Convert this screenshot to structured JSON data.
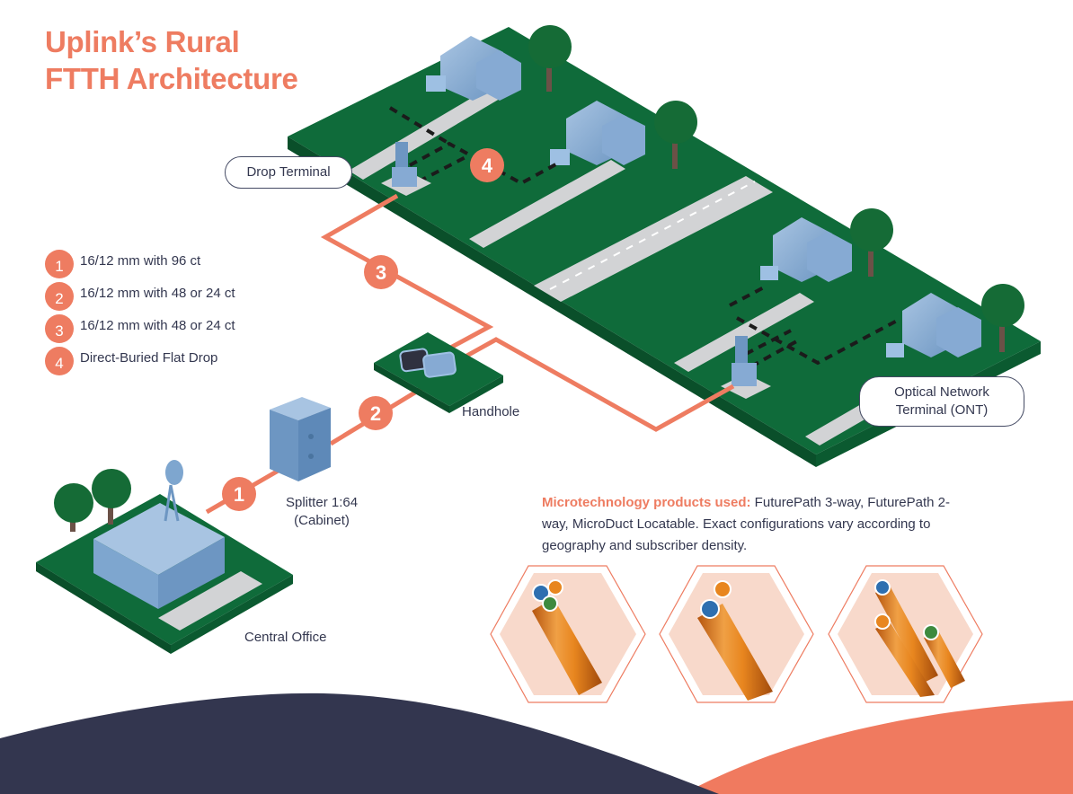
{
  "title": {
    "line1": "Uplink’s Rural",
    "line2": "FTTH Architecture"
  },
  "legend": [
    {
      "number": "1",
      "text": "16/12 mm with 96 ct"
    },
    {
      "number": "2",
      "text": "16/12 mm with 48 or 24 ct"
    },
    {
      "number": "3",
      "text": "16/12 mm with 48 or 24 ct"
    },
    {
      "number": "4",
      "text": "Direct-Buried Flat Drop"
    }
  ],
  "labels": {
    "drop_terminal": "Drop Terminal",
    "ont_line1": "Optical Network",
    "ont_line2": "Terminal (ONT)",
    "handhole": "Handhole",
    "splitter_line1": "Splitter 1:64",
    "splitter_line2": "(Cabinet)",
    "central_office": "Central Office"
  },
  "badges": {
    "b1": "1",
    "b2": "2",
    "b3": "3",
    "b4": "4"
  },
  "products": {
    "heading": "Microtechnology products used:",
    "body": " FuturePath 3-way, FuturePath 2-way, MicroDuct Locatable. Exact configurations vary according to geography and subscriber density.",
    "items": [
      {
        "name": "FuturePath 3-way",
        "icon": "three-way-duct-icon"
      },
      {
        "name": "FuturePath 2-way",
        "icon": "two-way-duct-icon"
      },
      {
        "name": "MicroDuct Locatable",
        "icon": "locatable-microduct-icon"
      }
    ]
  },
  "colors": {
    "accent": "#ee7c61",
    "navy": "#33374f",
    "grass": "#0f6b3a",
    "grass_edge": "#0a4f2a",
    "road": "#d2d3d5",
    "building": "#7ea6cf",
    "duct_orange": "#e8861f",
    "hex_fill": "#f8d9cb"
  }
}
